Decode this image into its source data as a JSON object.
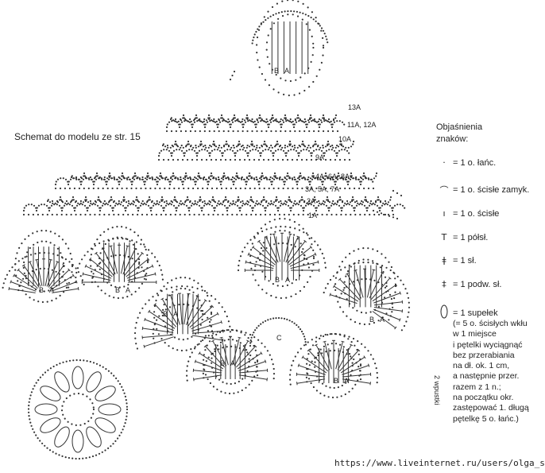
{
  "title": "Schemat do modelu ze str. 15",
  "legend": {
    "heading_line1": "Objaśnienia",
    "heading_line2": "znaków:",
    "items": [
      {
        "symbol": "dot",
        "text": "= 1 o. łańc."
      },
      {
        "symbol": "arc",
        "text": "= 1 o. ścisłe zamyk."
      },
      {
        "symbol": "bar",
        "text": "= 1 o. ścisłe"
      },
      {
        "symbol": "t-half",
        "text": "= 1 półsł."
      },
      {
        "symbol": "t-single",
        "text": "= 1 sł."
      },
      {
        "symbol": "t-double",
        "text": "= 1 podw. sł."
      },
      {
        "symbol": "oval",
        "text": "= 1 supełek"
      }
    ],
    "note_lines": [
      "(= 5 o. ścisłych wkłu",
      "w 1 miejsce",
      "i pętelki wyciągnąć",
      "bez przerabiania",
      "na dł. ok. 1 cm,",
      "a następnie przer.",
      "razem z 1 n.;",
      "na początku okr.",
      "zastępować 1. długą",
      "pętelkę 5 o. łańc.)"
    ]
  },
  "row_labels": [
    "13A",
    "11A, 12A",
    "10A",
    "9A",
    "4A, 6A, 8A",
    "3A, 5A, 7A",
    "2A",
    "1A"
  ],
  "motif_labels": [
    "B",
    "A",
    "B",
    "A",
    "B",
    "A",
    "B",
    "A",
    "B",
    "A",
    "B",
    "A",
    "B",
    "A",
    "B",
    "A",
    "C"
  ],
  "side_label": "2 wpustki",
  "watermark": "https://www.liveinternet.ru/users/olga_san/"
}
